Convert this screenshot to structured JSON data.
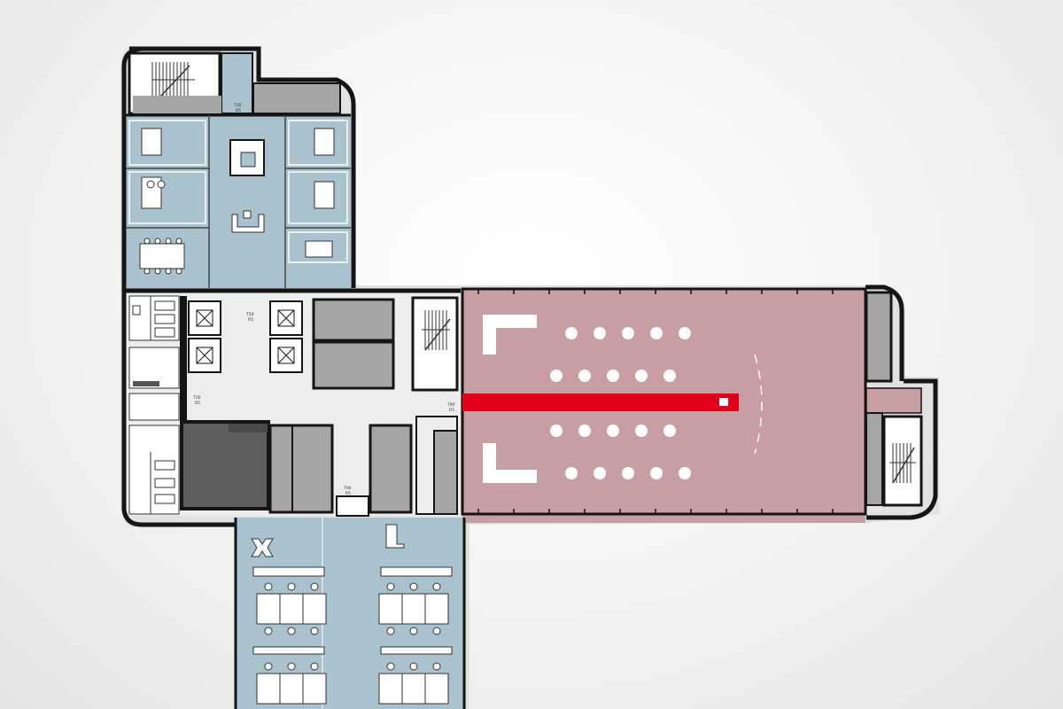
{
  "colors": {
    "background": "#efefef",
    "office_blue": "#a9c2cd",
    "event_room_pink": "#c79ea4",
    "aisle_red": "#e3001b",
    "wall": "#151515",
    "core_grey": "#a5a5a5",
    "core_dark_grey": "#5e5e5e",
    "floor_light": "#ededed",
    "furniture_white": "#ffffff"
  },
  "room_labels": {
    "top_corridor": "T30",
    "top_corridor_sub": "R5",
    "elevator_lobby": "T50",
    "elevator_lobby_sub": "R5",
    "core_left": "T30",
    "core_left_sub": "R5",
    "core_right": "T90",
    "core_right_sub": "R5",
    "core_bottom": "T90",
    "core_bottom_sub": "R5"
  },
  "icons": {
    "stairs_top": "staircase-icon",
    "stairs_center": "staircase-icon",
    "stairs_right": "staircase-icon",
    "elevators": "elevator-shaft-icon",
    "podium": "lectern-icon"
  },
  "event_room": {
    "seat_rows": 4,
    "seats_per_row": 5
  }
}
